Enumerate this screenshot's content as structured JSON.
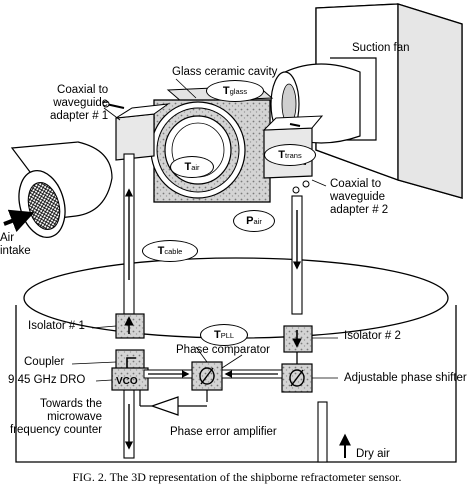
{
  "labels": {
    "suction_fan": "Suction fan",
    "cavity": "Glass ceramic cavity",
    "adapter1": "Coaxial to\nwaveguide\nadapter # 1",
    "adapter2": "Coaxial to\nwaveguide\nadapter # 2",
    "air_intake": "Air\nintake",
    "isolator1": "Isolator # 1",
    "isolator2": "Isolator # 2",
    "coupler": "Coupler",
    "phase_comparator": "Phase comparator",
    "adjustable_shifter": "Adjustable phase shifter",
    "dro": "9.45 GHz DRO",
    "towards": "Towards the\nmicrowave\nfrequency counter",
    "phase_error_amp": "Phase error amplifier",
    "dry_air": "Dry air",
    "vco": "VCO"
  },
  "sensors": {
    "glass": {
      "main": "T",
      "sub": "glass"
    },
    "air_temp": {
      "main": "T",
      "sub": "air"
    },
    "trans": {
      "main": "T",
      "sub": "trans"
    },
    "pressure": {
      "main": "P",
      "sub": "air"
    },
    "cable": {
      "main": "T",
      "sub": "cable"
    },
    "pll": {
      "main": "T",
      "sub": "PLL"
    }
  },
  "caption": "FIG. 2. The 3D representation of the shipborne refractometer sensor."
}
